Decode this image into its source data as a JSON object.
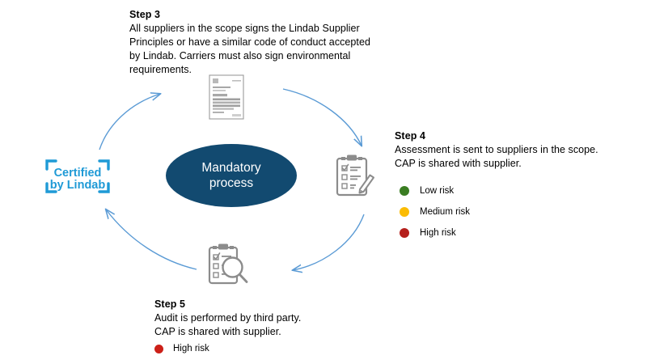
{
  "diagram": {
    "title": "Mandatory process cycle",
    "colors": {
      "center_fill": "#124a70",
      "center_text": "#ffffff",
      "arrow": "#5b9bd5",
      "icon_gray": "#8c8c8c",
      "badge_blue": "#1f9ad6",
      "low_risk": "#3a7d22",
      "medium_risk": "#fbbc04",
      "high_risk": "#b5201c",
      "high_risk_step5": "#cc2018",
      "text": "#000000",
      "background": "#ffffff"
    },
    "center": {
      "name": "mandatory-process-ellipse",
      "line1": "Mandatory",
      "line2": "process"
    },
    "badge": {
      "name": "certified-by-lindab-badge",
      "line1": "Certified",
      "line2": "by Lindab"
    },
    "steps": [
      {
        "id": "step3",
        "title": "Step 3",
        "body": "All suppliers in the scope signs the Lindab Supplier Principles or have a similar code of conduct accepted by Lindab. Carriers must also sign environmental requirements.",
        "icon": "document-icon",
        "risks": []
      },
      {
        "id": "step4",
        "title": "Step 4",
        "body": "Assessment is sent to suppliers in the scope. CAP is shared with supplier.",
        "icon": "clipboard-checklist-pencil-icon",
        "risks": [
          {
            "label": "Low risk",
            "color": "#3a7d22"
          },
          {
            "label": "Medium risk",
            "color": "#fbbc04"
          },
          {
            "label": "High risk",
            "color": "#b5201c"
          }
        ]
      },
      {
        "id": "step5",
        "title": "Step 5",
        "body_line1": "Audit is performed by third party.",
        "body_line2": "CAP is shared with supplier.",
        "icon": "clipboard-magnifier-icon",
        "risks": [
          {
            "label": "High risk",
            "color": "#cc2018"
          }
        ]
      }
    ],
    "arrows": [
      {
        "name": "arrow-badge-to-step3",
        "direction": "clockwise-upper-left"
      },
      {
        "name": "arrow-step3-to-step4",
        "direction": "clockwise-upper-right"
      },
      {
        "name": "arrow-step4-to-step5",
        "direction": "clockwise-lower-right"
      },
      {
        "name": "arrow-step5-to-badge",
        "direction": "clockwise-lower-left"
      }
    ]
  }
}
